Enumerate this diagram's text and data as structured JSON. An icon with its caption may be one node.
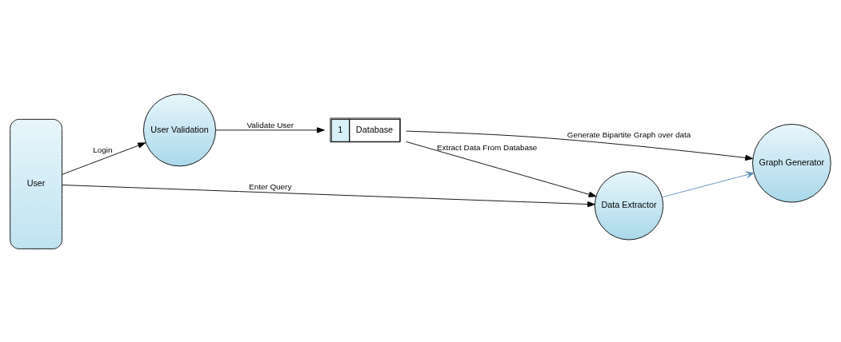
{
  "diagram": {
    "nodes": [
      {
        "text": [
          "User"
        ]
      },
      {
        "text": [
          "User Validation"
        ]
      },
      {
        "text": [
          "Data Extractor"
        ]
      },
      {
        "text": [
          "Graph Generator"
        ]
      },
      {
        "text": [
          "1",
          "Database"
        ]
      }
    ],
    "edges": [
      {
        "from": 0,
        "to": 1,
        "arrow": "to",
        "label": "Login"
      },
      {
        "from": 0,
        "to": 2,
        "arrow": "to",
        "label": "Enter Query"
      },
      {
        "from": 1,
        "to": 4,
        "arrow": "to",
        "label": "Validate User"
      },
      {
        "from": 4,
        "to": 2,
        "arrow": "to",
        "label": "Extract Data From Database"
      },
      {
        "from": 2,
        "to": 3,
        "arrow": "to",
        "color": "#5b8db8"
      },
      {
        "from": 4,
        "to": 3,
        "arrow": "to",
        "label": "Generate Bipartite Graph over data"
      }
    ]
  }
}
